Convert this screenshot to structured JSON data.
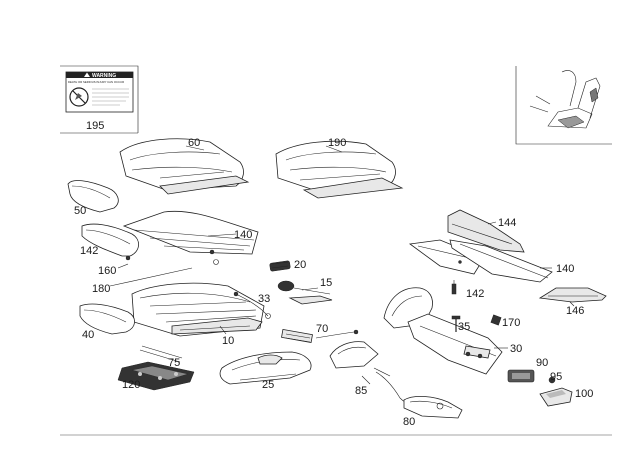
{
  "warning_label": {
    "header": "WARNING",
    "line1": "DEATH OR SERIOUS INJURY CAN OCCUR"
  },
  "callouts": {
    "c195": "195",
    "c60": "60",
    "c190": "190",
    "c50": "50",
    "c140a": "140",
    "c142a": "142",
    "c160": "160",
    "c180": "180",
    "c20": "20",
    "c15": "15",
    "c33": "33",
    "c40": "40",
    "c10": "10",
    "c70": "70",
    "c75": "75",
    "c120": "120",
    "c25": "25",
    "c144": "144",
    "c140b": "140",
    "c142b": "142",
    "c146": "146",
    "c35": "35",
    "c170": "170",
    "c30": "30",
    "c90": "90",
    "c95": "95",
    "c100": "100",
    "c85": "85",
    "c80": "80"
  }
}
